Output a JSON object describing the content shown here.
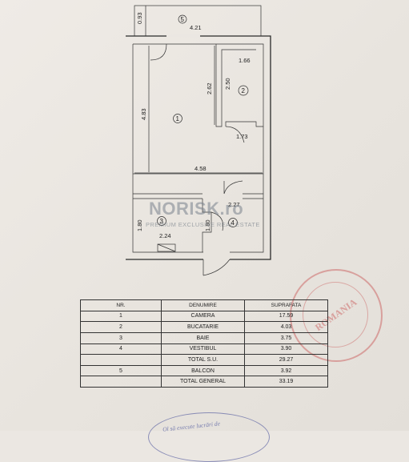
{
  "plan": {
    "dims": {
      "balcony_depth": "0.93",
      "balcony_width": "4.21",
      "room_height": "4.83",
      "kitchen_height_a": "2.62",
      "kitchen_height_b": "2.50",
      "kitchen_width": "1.66",
      "kitchen_bottom_width": "1.73",
      "room_width": "4.58",
      "hall_width": "2.27",
      "bath_height": "1.80",
      "hall_height": "1.80",
      "bath_width": "2.24"
    },
    "room_numbers": [
      "1",
      "2",
      "3",
      "4",
      "5"
    ]
  },
  "watermark": {
    "brand": "NORISK.ro",
    "tagline": "PREMIUM EXCLUSIVE REAL ESTATE"
  },
  "table": {
    "headers": [
      "NR.",
      "DENUMIRE",
      "SUPRAFATA"
    ],
    "rows": [
      {
        "nr": "1",
        "name": "CAMERA",
        "area": "17.59"
      },
      {
        "nr": "2",
        "name": "BUCATARIE",
        "area": "4.03"
      },
      {
        "nr": "3",
        "name": "BAIE",
        "area": "3.75"
      },
      {
        "nr": "4",
        "name": "VESTIBUL",
        "area": "3.90"
      },
      {
        "nr": "",
        "name": "TOTAL S.U.",
        "area": "29.27"
      },
      {
        "nr": "5",
        "name": "BALCON",
        "area": "3.92"
      },
      {
        "nr": "",
        "name": "TOTAL GENERAL",
        "area": "33.19"
      }
    ]
  },
  "stamps": {
    "red_text": "ROMANIA",
    "blue_text": "Ol să execute lucrări de"
  }
}
